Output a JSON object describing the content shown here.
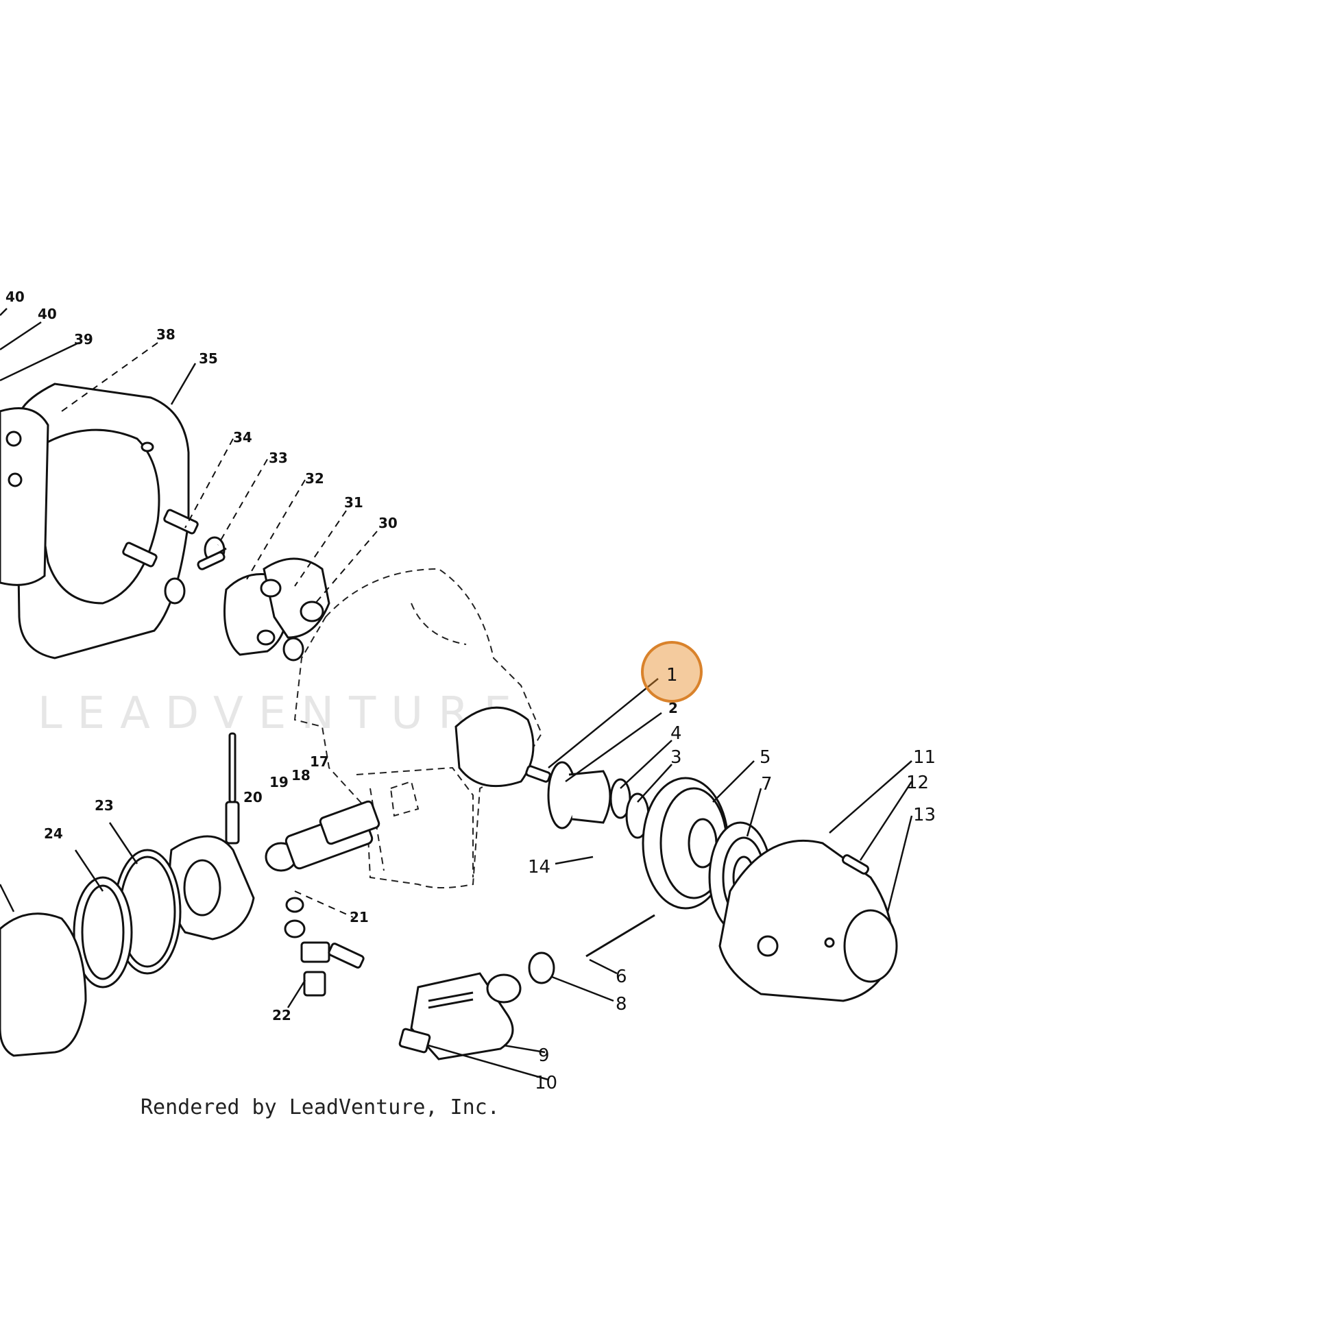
{
  "diagram": {
    "watermark": "LEADVENTURE",
    "credit": "Rendered by LeadVenture, Inc.",
    "highlight_color": "#d9822b",
    "highlighted_callout": "1",
    "callouts": [
      "40",
      "40",
      "39",
      "38",
      "35",
      "34",
      "33",
      "32",
      "31",
      "30",
      "1",
      "2",
      "4",
      "3",
      "5",
      "7",
      "11",
      "12",
      "13",
      "14",
      "6",
      "8",
      "9",
      "10",
      "20",
      "19",
      "18",
      "17",
      "21",
      "22",
      "23",
      "24"
    ]
  }
}
